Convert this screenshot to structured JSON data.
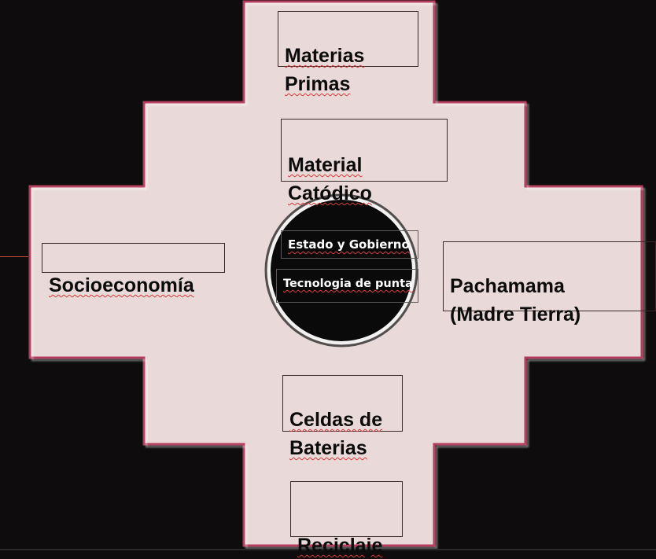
{
  "diagram": {
    "colors": {
      "background": "#0e0c0c",
      "cross_fill": "#ead9d9",
      "cross_edge": "#b23a5a",
      "circle_fill": "#0a0a0a",
      "circle_ring": "#eeeeee",
      "misspelling_underline": "#d23b3b"
    },
    "labels": {
      "materias_primas": "Materias\nPrimas",
      "material_catodico": "Material\nCatódico",
      "socioeconomia": "Socioeconomía",
      "pachamama": "Pachamama\n(Madre Tierra)",
      "celdas_baterias": "Celdas de\nBaterias",
      "reciclaje": "Reciclaje",
      "estado_gobierno": "Estado y Gobierno",
      "tecnologia_punta": "Tecnologia de punta"
    }
  }
}
